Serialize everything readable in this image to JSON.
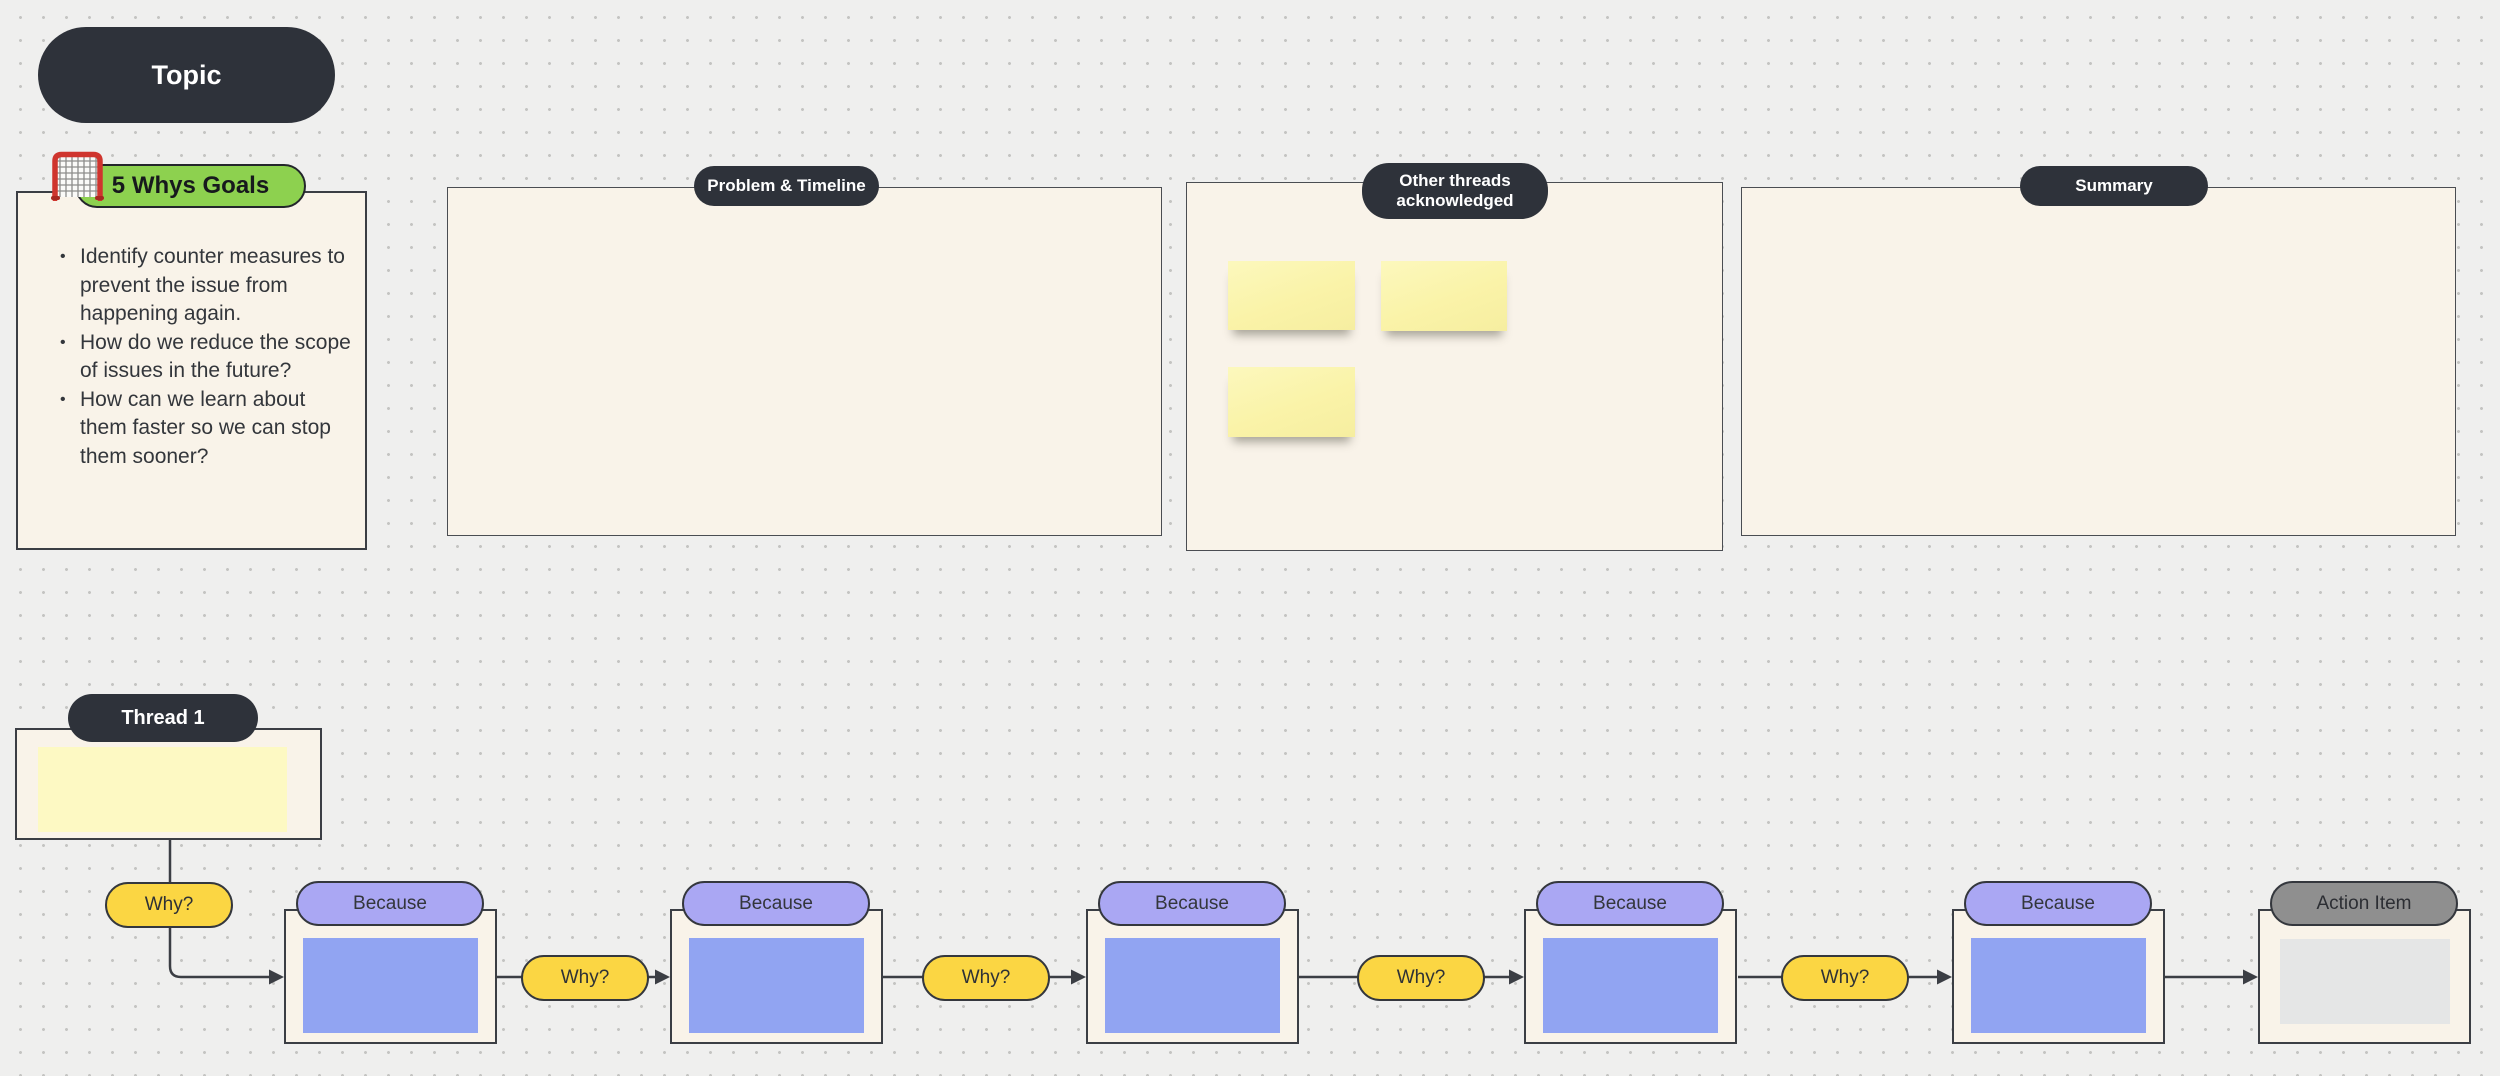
{
  "board": {
    "template_name": "5 Whys",
    "background": "#efefee",
    "dot_color": "#c4c4c2"
  },
  "topic": {
    "label": "Topic"
  },
  "goals": {
    "header": "5 Whys Goals",
    "icon": "goal-net-icon",
    "bullets": [
      "Identify counter measures to prevent the issue from happening again.",
      "How do we reduce the scope of issues in the future?",
      "How can we learn about them faster so we can stop them sooner?"
    ]
  },
  "sections": {
    "problem": {
      "title": "Problem & Timeline"
    },
    "other": {
      "title": "Other threads acknowledged",
      "sticky_count": 3
    },
    "summary": {
      "title": "Summary"
    }
  },
  "thread": {
    "label": "Thread 1"
  },
  "flow": {
    "why_label": "Why?",
    "because_label": "Because",
    "action_label": "Action Item",
    "why_count": 5,
    "because_count": 5
  },
  "colors": {
    "dark_pill": "#2e323a",
    "cream_panel": "#f9f3e9",
    "green": "#8dd14f",
    "yellow": "#fbd643",
    "purple": "#aaa7f3",
    "blue": "#91a4f2",
    "sticky_yellow": "#faf3a8",
    "thread_note_yellow": "#fdf9c3",
    "action_gray": "#8f8f8f",
    "connector": "#3b3e44"
  }
}
